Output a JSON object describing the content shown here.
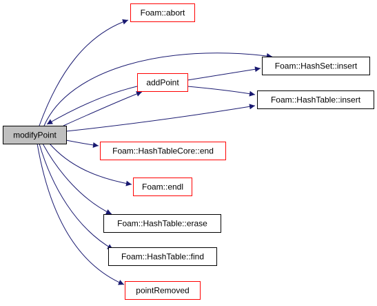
{
  "colors": {
    "edge": "#191970",
    "root_fill": "#bfbfbf",
    "node_fill": "#ffffff",
    "border_documented": "#000000",
    "border_undocumented": "#ff0000"
  },
  "nodes": [
    {
      "id": "modifyPoint",
      "label": "modifyPoint",
      "role": "root",
      "border": "black"
    },
    {
      "id": "abort",
      "label": "Foam::abort",
      "role": "callee",
      "border": "red"
    },
    {
      "id": "addPoint",
      "label": "addPoint",
      "role": "callee",
      "border": "red"
    },
    {
      "id": "hashset_insert",
      "label": "Foam::HashSet::insert",
      "role": "callee",
      "border": "black"
    },
    {
      "id": "hashtable_insert",
      "label": "Foam::HashTable::insert",
      "role": "callee",
      "border": "black"
    },
    {
      "id": "hashtablecore_end",
      "label": "Foam::HashTableCore::end",
      "role": "callee",
      "border": "red"
    },
    {
      "id": "endl",
      "label": "Foam::endl",
      "role": "callee",
      "border": "red"
    },
    {
      "id": "hashtable_erase",
      "label": "Foam::HashTable::erase",
      "role": "callee",
      "border": "black"
    },
    {
      "id": "hashtable_find",
      "label": "Foam::HashTable::find",
      "role": "callee",
      "border": "black"
    },
    {
      "id": "pointRemoved",
      "label": "pointRemoved",
      "role": "callee",
      "border": "red"
    }
  ],
  "edges": [
    {
      "from": "modifyPoint",
      "to": "abort"
    },
    {
      "from": "modifyPoint",
      "to": "hashset_insert"
    },
    {
      "from": "modifyPoint",
      "to": "addPoint"
    },
    {
      "from": "modifyPoint",
      "to": "hashtable_insert"
    },
    {
      "from": "modifyPoint",
      "to": "hashtablecore_end"
    },
    {
      "from": "modifyPoint",
      "to": "endl"
    },
    {
      "from": "modifyPoint",
      "to": "hashtable_erase"
    },
    {
      "from": "modifyPoint",
      "to": "hashtable_find"
    },
    {
      "from": "modifyPoint",
      "to": "pointRemoved"
    },
    {
      "from": "addPoint",
      "to": "modifyPoint"
    },
    {
      "from": "addPoint",
      "to": "hashset_insert"
    },
    {
      "from": "addPoint",
      "to": "hashtable_insert"
    }
  ]
}
